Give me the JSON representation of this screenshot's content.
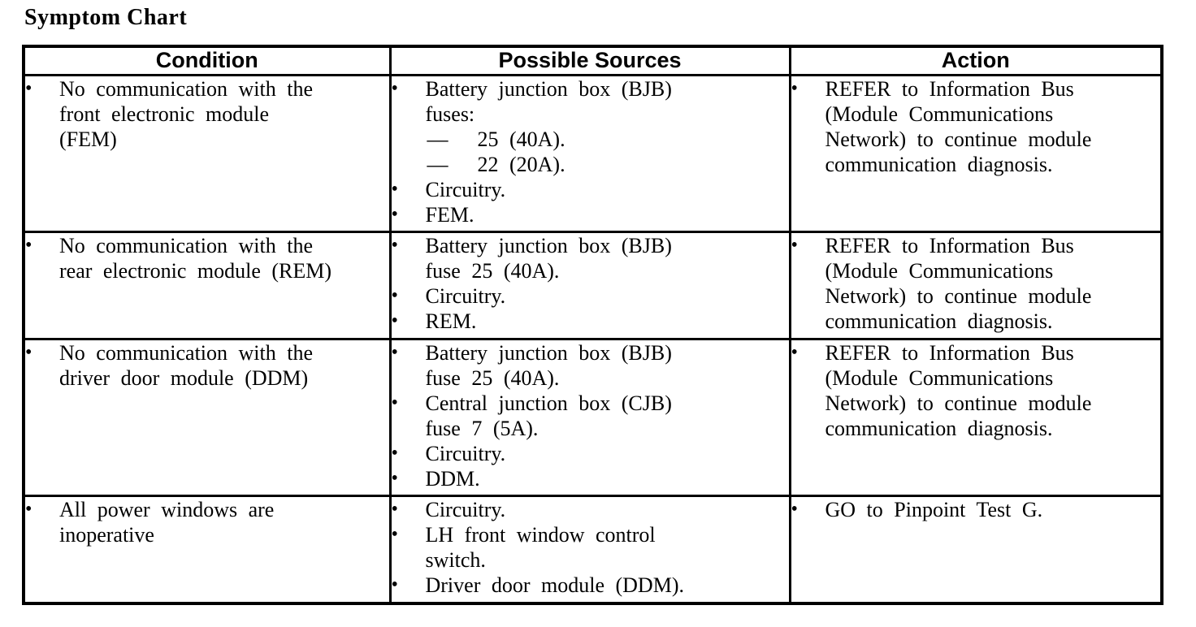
{
  "title": "Symptom Chart",
  "markers": {
    "bullet": "•",
    "dash": "—"
  },
  "table": {
    "headers": [
      "Condition",
      "Possible Sources",
      "Action"
    ],
    "rows": [
      {
        "condition": [
          {
            "marker": "bullet",
            "text": "No communication with the\nfront electronic module\n(FEM)"
          }
        ],
        "sources": [
          {
            "marker": "bullet",
            "text": "Battery junction box (BJB)\nfuses:"
          },
          {
            "marker": "dash",
            "text": "25 (40A)."
          },
          {
            "marker": "dash",
            "text": "22 (20A)."
          },
          {
            "marker": "bullet",
            "text": "Circuitry."
          },
          {
            "marker": "bullet",
            "text": "FEM."
          }
        ],
        "action": [
          {
            "marker": "bullet",
            "text": "REFER to Information Bus\n(Module Communications\nNetwork) to continue module\ncommunication diagnosis."
          }
        ]
      },
      {
        "condition": [
          {
            "marker": "bullet",
            "text": "No communication with the\nrear electronic module (REM)"
          }
        ],
        "sources": [
          {
            "marker": "bullet",
            "text": "Battery junction box (BJB)\nfuse 25 (40A)."
          },
          {
            "marker": "bullet",
            "text": "Circuitry."
          },
          {
            "marker": "bullet",
            "text": "REM."
          }
        ],
        "action": [
          {
            "marker": "bullet",
            "text": "REFER to Information Bus\n(Module Communications\nNetwork) to continue module\ncommunication diagnosis."
          }
        ]
      },
      {
        "condition": [
          {
            "marker": "bullet",
            "text": "No communication with the\ndriver door module (DDM)"
          }
        ],
        "sources": [
          {
            "marker": "bullet",
            "text": "Battery junction box (BJB)\nfuse 25 (40A)."
          },
          {
            "marker": "bullet",
            "text": "Central junction box (CJB)\nfuse 7 (5A)."
          },
          {
            "marker": "bullet",
            "text": "Circuitry."
          },
          {
            "marker": "bullet",
            "text": "DDM."
          }
        ],
        "action": [
          {
            "marker": "bullet",
            "text": "REFER to Information Bus\n(Module Communications\nNetwork) to continue module\ncommunication diagnosis."
          }
        ]
      },
      {
        "condition": [
          {
            "marker": "bullet",
            "text": "All power windows are\ninoperative"
          }
        ],
        "sources": [
          {
            "marker": "bullet",
            "text": "Circuitry."
          },
          {
            "marker": "bullet",
            "text": "LH front window control\nswitch."
          },
          {
            "marker": "bullet",
            "text": "Driver door module (DDM)."
          }
        ],
        "action": [
          {
            "marker": "bullet",
            "text": "GO to Pinpoint Test G."
          }
        ]
      }
    ]
  }
}
